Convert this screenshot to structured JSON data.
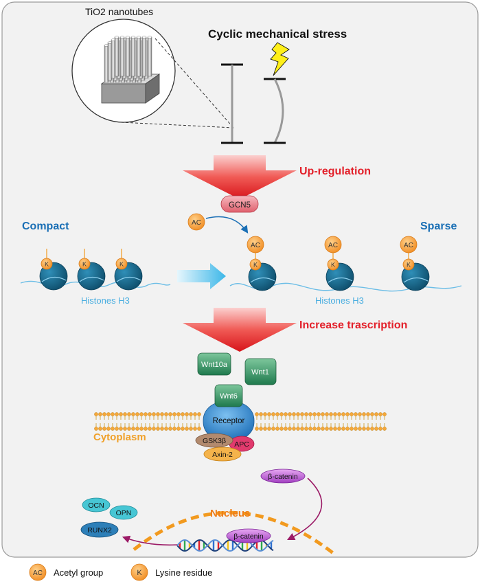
{
  "labels": {
    "tio2": "TiO2 nanotubes",
    "stress": "Cyclic mechanical stress",
    "upregulation": "Up-regulation",
    "gcn5": "GCN5",
    "compact": "Compact",
    "sparse": "Sparse",
    "histones_left": "Histones H3",
    "histones_right": "Histones H3",
    "increase": "Increase trascription",
    "wnt10a": "Wnt10a",
    "wnt1": "Wnt1",
    "wnt6": "Wnt6",
    "receptor": "Receptor",
    "cytoplasm": "Cytoplasm",
    "gsk3b": "GSK3β",
    "apc": "APC",
    "axin2": "Axin-2",
    "bcat_top": "β-catenin",
    "bcat_nuc": "β-catenin",
    "nucleus": "Nucleus",
    "ocn": "OCN",
    "opn": "OPN",
    "runx2": "RUNX2",
    "ac": "AC",
    "k": "K"
  },
  "legend": {
    "ac_symbol": "AC",
    "ac_text": "Acetyl group",
    "k_symbol": "K",
    "k_text": "Lysine residue"
  },
  "colors": {
    "title_red": "#e3202a",
    "compact_blue": "#1a6fb5",
    "cytoplasm_orange": "#f0a12a",
    "nucleus_orange": "#ef7d17",
    "ac_fill": "#f6a64a",
    "histone_teal": "#1f6e90",
    "wnt_green": "#3d9a6a",
    "receptor_blue": "#3b8fd3"
  }
}
